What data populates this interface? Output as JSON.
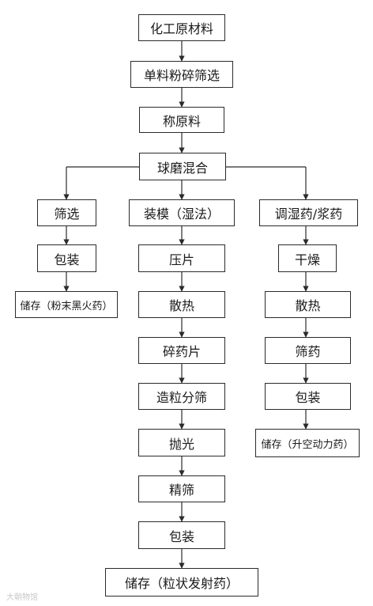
{
  "nodes": {
    "raw": "化工原材料",
    "crush": "单料粉碎筛选",
    "weigh": "称原料",
    "mill": "球磨混合",
    "l_sieve": "筛选",
    "l_pack": "包装",
    "l_store": "储存（粉末黑火药）",
    "m_mold": "装模（湿法）",
    "m_press": "压片",
    "m_heat": "散热",
    "m_break": "碎药片",
    "m_gran": "造粒分筛",
    "m_polish": "抛光",
    "m_fine": "精筛",
    "m_pack": "包装",
    "m_store": "储存（粒状发射药）",
    "r_slurry": "调湿药/浆药",
    "r_dry": "干燥",
    "r_heat": "散热",
    "r_sieve": "筛药",
    "r_pack": "包装",
    "r_store": "储存（升空动力药）"
  },
  "watermark": "大朝物馆"
}
